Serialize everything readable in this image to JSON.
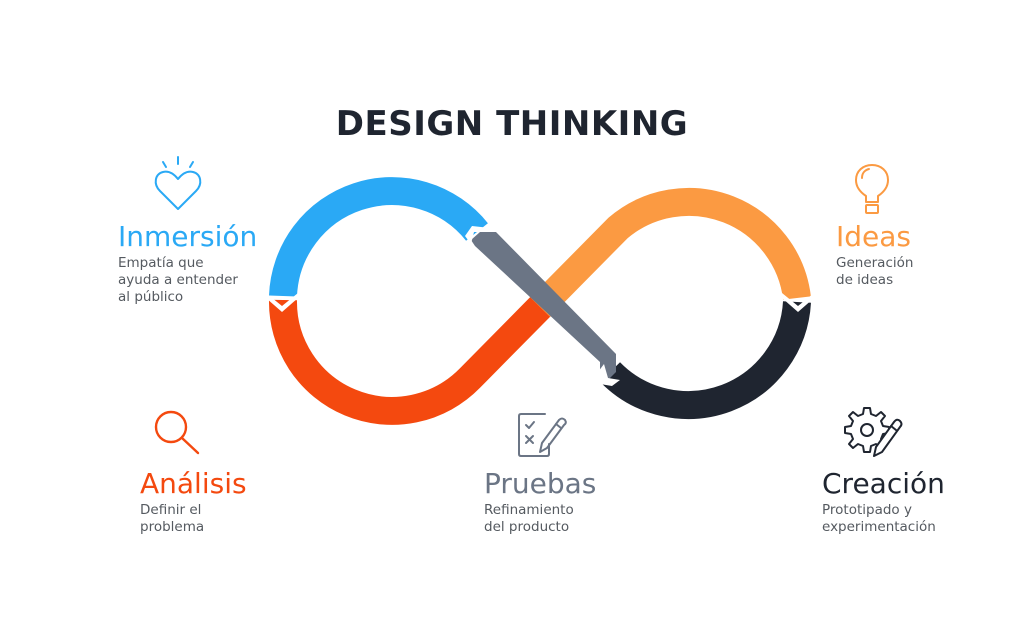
{
  "title": "DESIGN THINKING",
  "colors": {
    "inmersion": "#2aa9f5",
    "ideas": "#fb9a42",
    "analisis": "#f4490f",
    "pruebas": "#6b7585",
    "creacion": "#1f2530",
    "description": "#555a60"
  },
  "stages": [
    {
      "key": "inmersion",
      "title": "Inmersión",
      "description_lines": [
        "Empatía que",
        "ayuda a entender",
        "al público"
      ],
      "icon": "heart-icon"
    },
    {
      "key": "ideas",
      "title": "Ideas",
      "description_lines": [
        "Generación",
        "de ideas"
      ],
      "icon": "lightbulb-icon"
    },
    {
      "key": "analisis",
      "title": "Análisis",
      "description_lines": [
        "Definir el",
        "problema"
      ],
      "icon": "magnifier-icon"
    },
    {
      "key": "pruebas",
      "title": "Pruebas",
      "description_lines": [
        "Refinamiento",
        "del producto"
      ],
      "icon": "checklist-pencil-icon"
    },
    {
      "key": "creacion",
      "title": "Creación",
      "description_lines": [
        "Prototipado y",
        "experimentación"
      ],
      "icon": "gear-pencil-icon"
    }
  ]
}
